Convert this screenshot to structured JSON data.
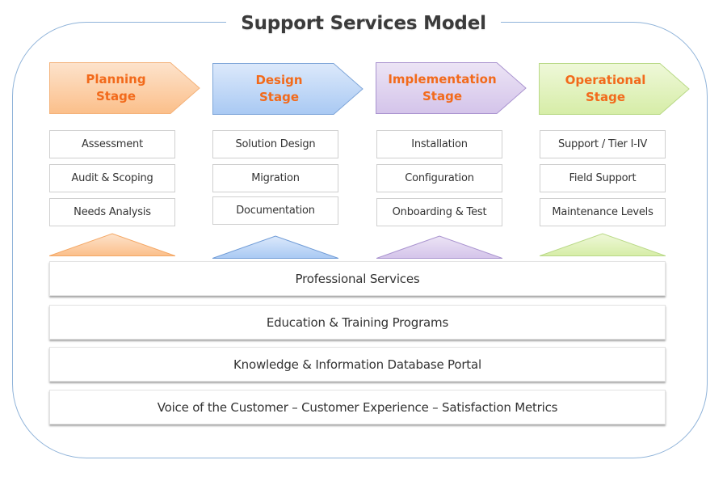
{
  "title": "Support Services Model",
  "stages": [
    {
      "line1": "Planning",
      "line2": "Stage",
      "fill_top": "#fde3cc",
      "fill_bottom": "#fbbf8a",
      "stroke": "#f4b27a",
      "items": [
        "Assessment",
        "Audit & Scoping",
        "Needs Analysis"
      ]
    },
    {
      "line1": "Design",
      "line2": "Stage",
      "fill_top": "#dce9fb",
      "fill_bottom": "#a9c9f3",
      "stroke": "#7fa6d9",
      "items": [
        "Solution Design",
        "Migration",
        "Documentation"
      ]
    },
    {
      "line1": "Implementation",
      "line2": "Stage",
      "fill_top": "#ece4f5",
      "fill_bottom": "#d4c4ea",
      "stroke": "#a993cf",
      "items": [
        "Installation",
        "Configuration",
        "Onboarding & Test"
      ]
    },
    {
      "line1": "Operational",
      "line2": "Stage",
      "fill_top": "#eff8d9",
      "fill_bottom": "#d6eda7",
      "stroke": "#b9d987",
      "items": [
        "Support / Tier I-IV",
        "Field Support",
        "Maintenance Levels"
      ]
    }
  ],
  "stage_text_color": "#f26a1b",
  "foundations": [
    "Professional Services",
    "Education & Training Programs",
    "Knowledge & Information Database Portal",
    "Voice of the Customer – Customer Experience – Satisfaction Metrics"
  ]
}
